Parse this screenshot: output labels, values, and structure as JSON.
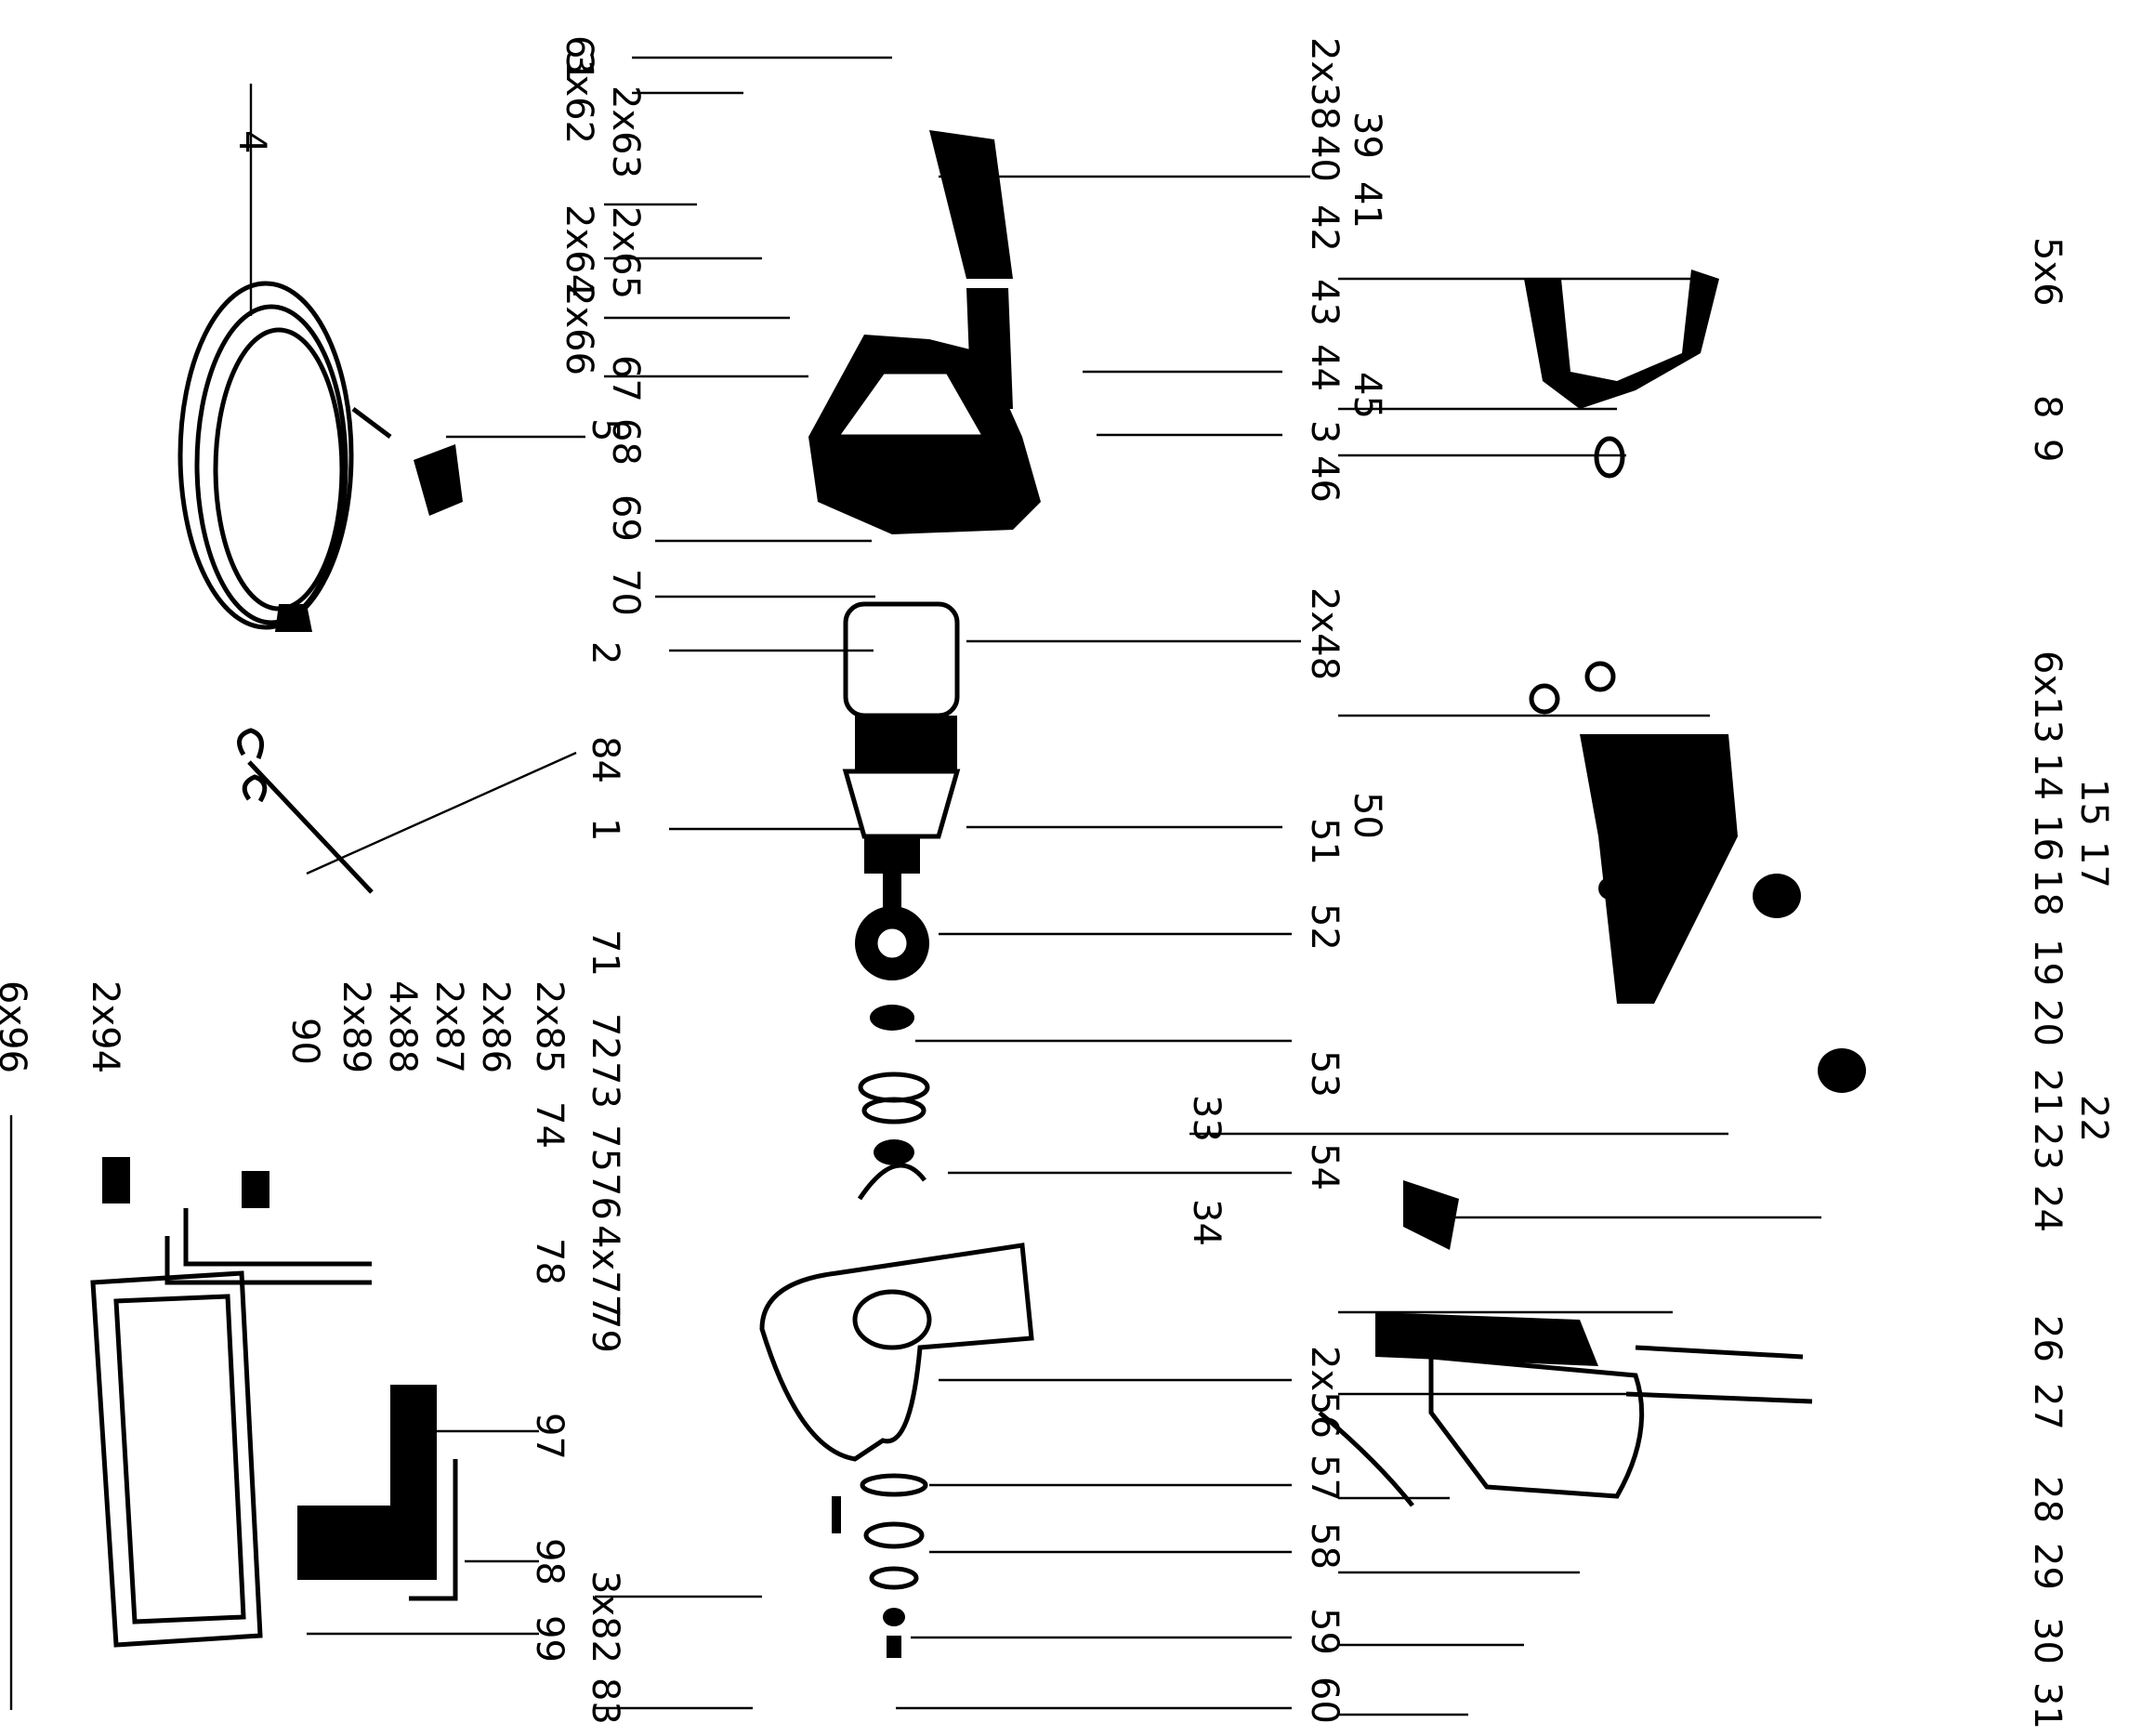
{
  "diagram": {
    "title": "Exploded view parts diagram",
    "orientation": "rotated 90 degrees clockwise",
    "part_labels": [
      "4",
      "5",
      "2",
      "84",
      "1",
      "61",
      "2x63",
      "3x62",
      "2x64",
      "2x65",
      "2x66",
      "67",
      "68",
      "69",
      "70",
      "2x38",
      "39",
      "40",
      "41",
      "42",
      "43",
      "44",
      "45",
      "3",
      "46",
      "2x48",
      "50",
      "51",
      "52",
      "71",
      "72",
      "73",
      "53",
      "74",
      "75",
      "76",
      "54",
      "4x77",
      "78",
      "79",
      "2x56",
      "57",
      "58",
      "59",
      "60",
      "3x82",
      "83",
      "90",
      "2x94",
      "2x89",
      "4x88",
      "2x87",
      "2x86",
      "2x85",
      "6x96",
      "97",
      "98",
      "99",
      "5x6",
      "8",
      "9",
      "6x13",
      "14",
      "15",
      "16",
      "17",
      "18",
      "19",
      "20",
      "21",
      "22",
      "23",
      "33",
      "34",
      "24",
      "26",
      "27",
      "28",
      "29",
      "30",
      "31"
    ]
  }
}
